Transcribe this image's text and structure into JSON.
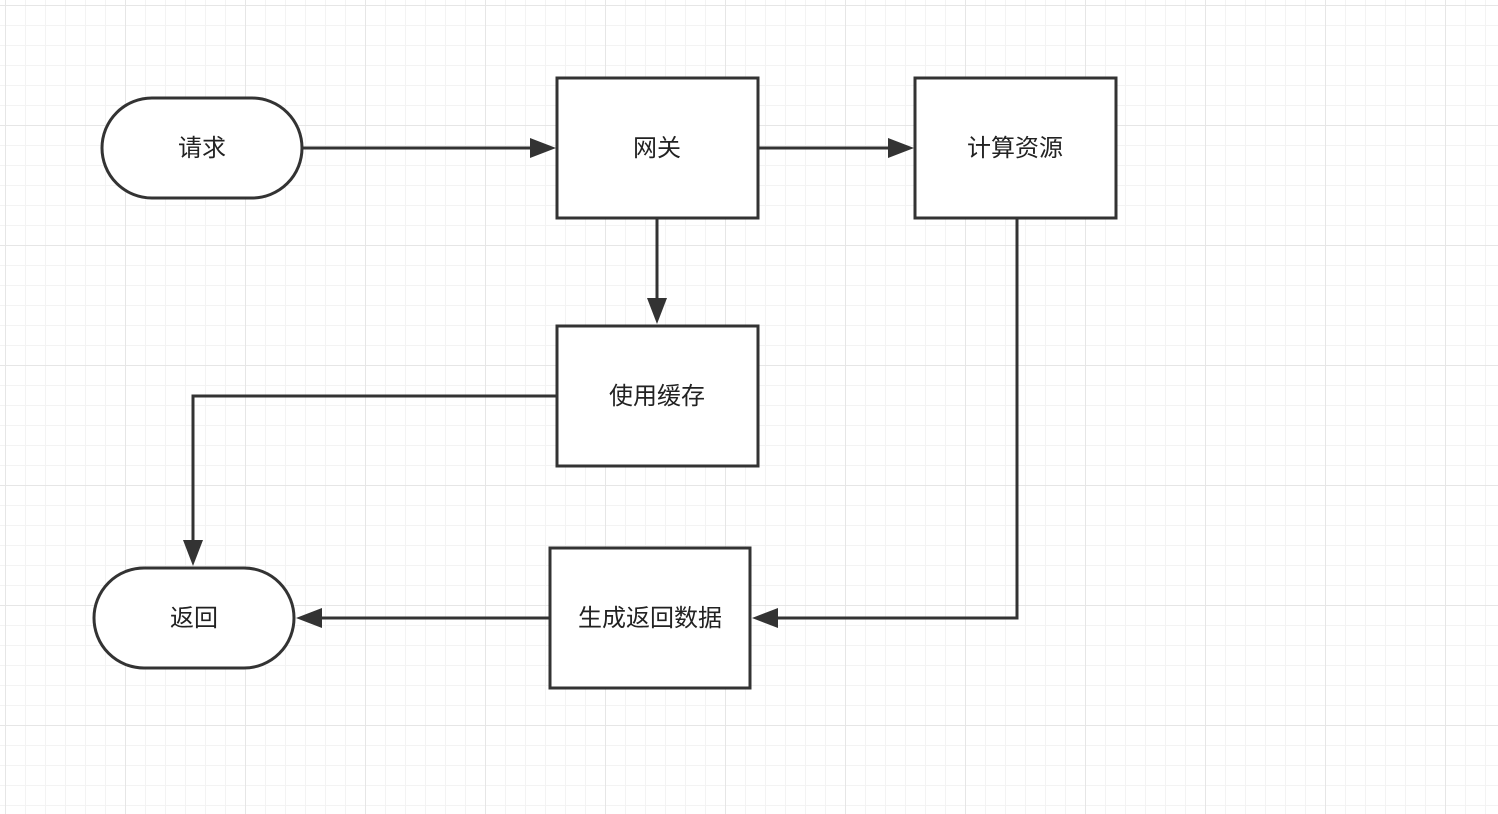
{
  "diagram": {
    "nodes": {
      "request": {
        "label": "请求",
        "shape": "terminator"
      },
      "gateway": {
        "label": "网关",
        "shape": "process"
      },
      "compute": {
        "label": "计算资源",
        "shape": "process"
      },
      "cache": {
        "label": "使用缓存",
        "shape": "process"
      },
      "generate": {
        "label": "生成返回数据",
        "shape": "process"
      },
      "return": {
        "label": "返回",
        "shape": "terminator"
      }
    },
    "edges": [
      {
        "from": "request",
        "to": "gateway"
      },
      {
        "from": "gateway",
        "to": "compute"
      },
      {
        "from": "gateway",
        "to": "cache"
      },
      {
        "from": "compute",
        "to": "generate"
      },
      {
        "from": "cache",
        "to": "return"
      },
      {
        "from": "generate",
        "to": "return"
      }
    ],
    "colors": {
      "stroke": "#333333",
      "fill": "#ffffff",
      "text": "#222222",
      "grid": "#e6e6e6"
    }
  }
}
